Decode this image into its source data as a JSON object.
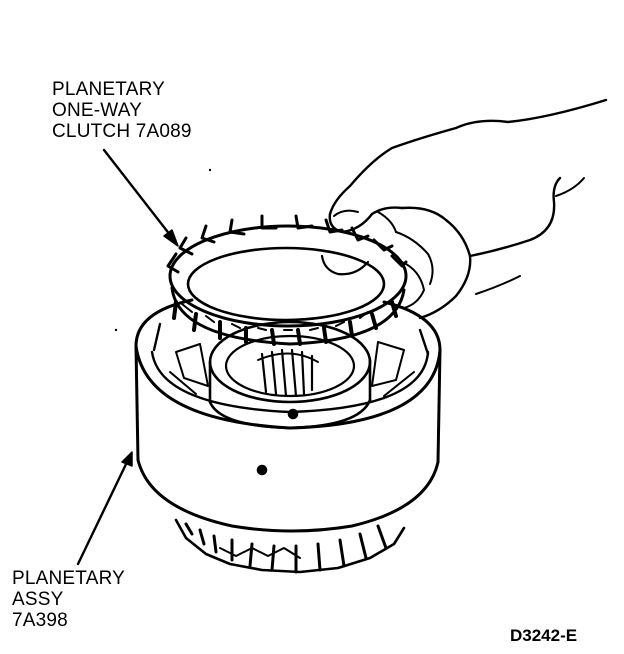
{
  "callouts": {
    "clutch": {
      "line1": "PLANETARY",
      "line2": "ONE-WAY",
      "line3": "CLUTCH 7A089"
    },
    "assembly": {
      "line1": "PLANETARY",
      "line2": "ASSY",
      "line3": "7A398"
    }
  },
  "figure_id": "D3242-E",
  "colors": {
    "ink": "#000000",
    "paper": "#ffffff"
  }
}
